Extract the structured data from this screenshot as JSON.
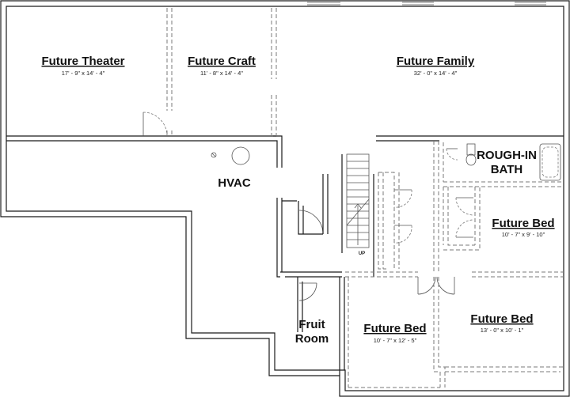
{
  "rooms": {
    "theater": {
      "name": "Future Theater",
      "dims": "17' - 9\" x 14' - 4\""
    },
    "craft": {
      "name": "Future Craft",
      "dims": "11' - 8\" x 14' - 4\""
    },
    "family": {
      "name": "Future Family",
      "dims": "32' - 0\" x 14' - 4\""
    },
    "hvac": {
      "name": "HVAC"
    },
    "bath": {
      "line1": "ROUGH-IN",
      "line2": "BATH"
    },
    "bed_right": {
      "name": "Future Bed",
      "dims": "10' - 7\" x 9' - 10\""
    },
    "bed_center": {
      "name": "Future Bed",
      "dims": "10' - 7\" x 12' - 5\""
    },
    "bed_bottom": {
      "name": "Future Bed",
      "dims": "13' - 0\" x 10' - 1\""
    },
    "fruit": {
      "line1": "Fruit",
      "line2": "Room"
    }
  },
  "stair": {
    "label": "UP"
  }
}
